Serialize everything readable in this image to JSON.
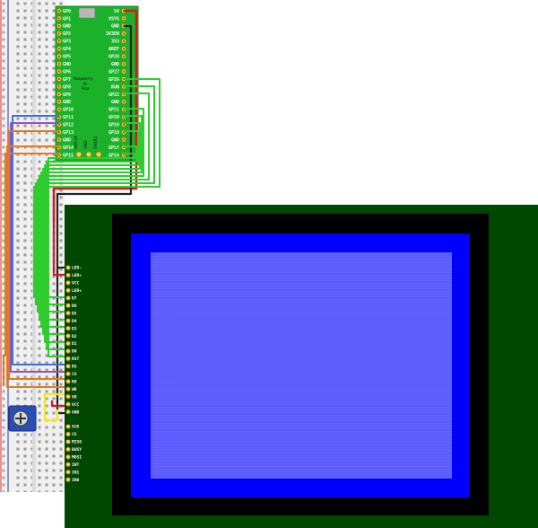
{
  "pico": {
    "left_pins": [
      "GP0",
      "GP1",
      "GND",
      "GP2",
      "GP3",
      "GP4",
      "GP5",
      "GND",
      "GP6",
      "GP7",
      "GP8",
      "GP9",
      "GND",
      "GP10",
      "GP11",
      "GP12",
      "GP13",
      "GND",
      "GP14",
      "GP15"
    ],
    "right_pins": [
      "5V",
      "VSYS",
      "GND",
      "3V3EN",
      "3V3",
      "AREF",
      "GP28",
      "GND",
      "GP27",
      "GP26",
      "RUN",
      "GP22",
      "GND",
      "GP21",
      "GP20",
      "GP19",
      "GP18",
      "GND",
      "GP17",
      "GP16"
    ],
    "brand_line1": "Raspberry",
    "brand_line2": "Pi",
    "brand_line3": "Pico",
    "debug_labels": [
      "SWCLK",
      "GND",
      "SWDIO"
    ]
  },
  "lcd": {
    "pins": [
      "LED-",
      "LED+",
      "VCC",
      "LED+",
      "D7",
      "D6",
      "D5",
      "D4",
      "D3",
      "D2",
      "D1",
      "D0",
      "RST",
      "RS",
      "CS",
      "RD",
      "WR",
      "VO",
      "VCC",
      "GND"
    ],
    "touch_pins": [
      "SCK",
      "CS",
      "MISO",
      "BUSY",
      "MOSI",
      "INT",
      "IN1",
      "IN0"
    ]
  },
  "colors": {
    "pcb_green": "#004700",
    "pico_green": "#1bb12a",
    "screen_blue": "#0000ff",
    "screen_inner": "#5a5cff",
    "wire_green": "#2ecc2e",
    "wire_orange": "#e07a1f",
    "wire_blue": "#3f6fd8",
    "wire_red": "#d31919",
    "wire_yellow": "#f5e51a",
    "wire_purple": "#9a4fbf",
    "potentiometer": "#2a4fb0"
  }
}
